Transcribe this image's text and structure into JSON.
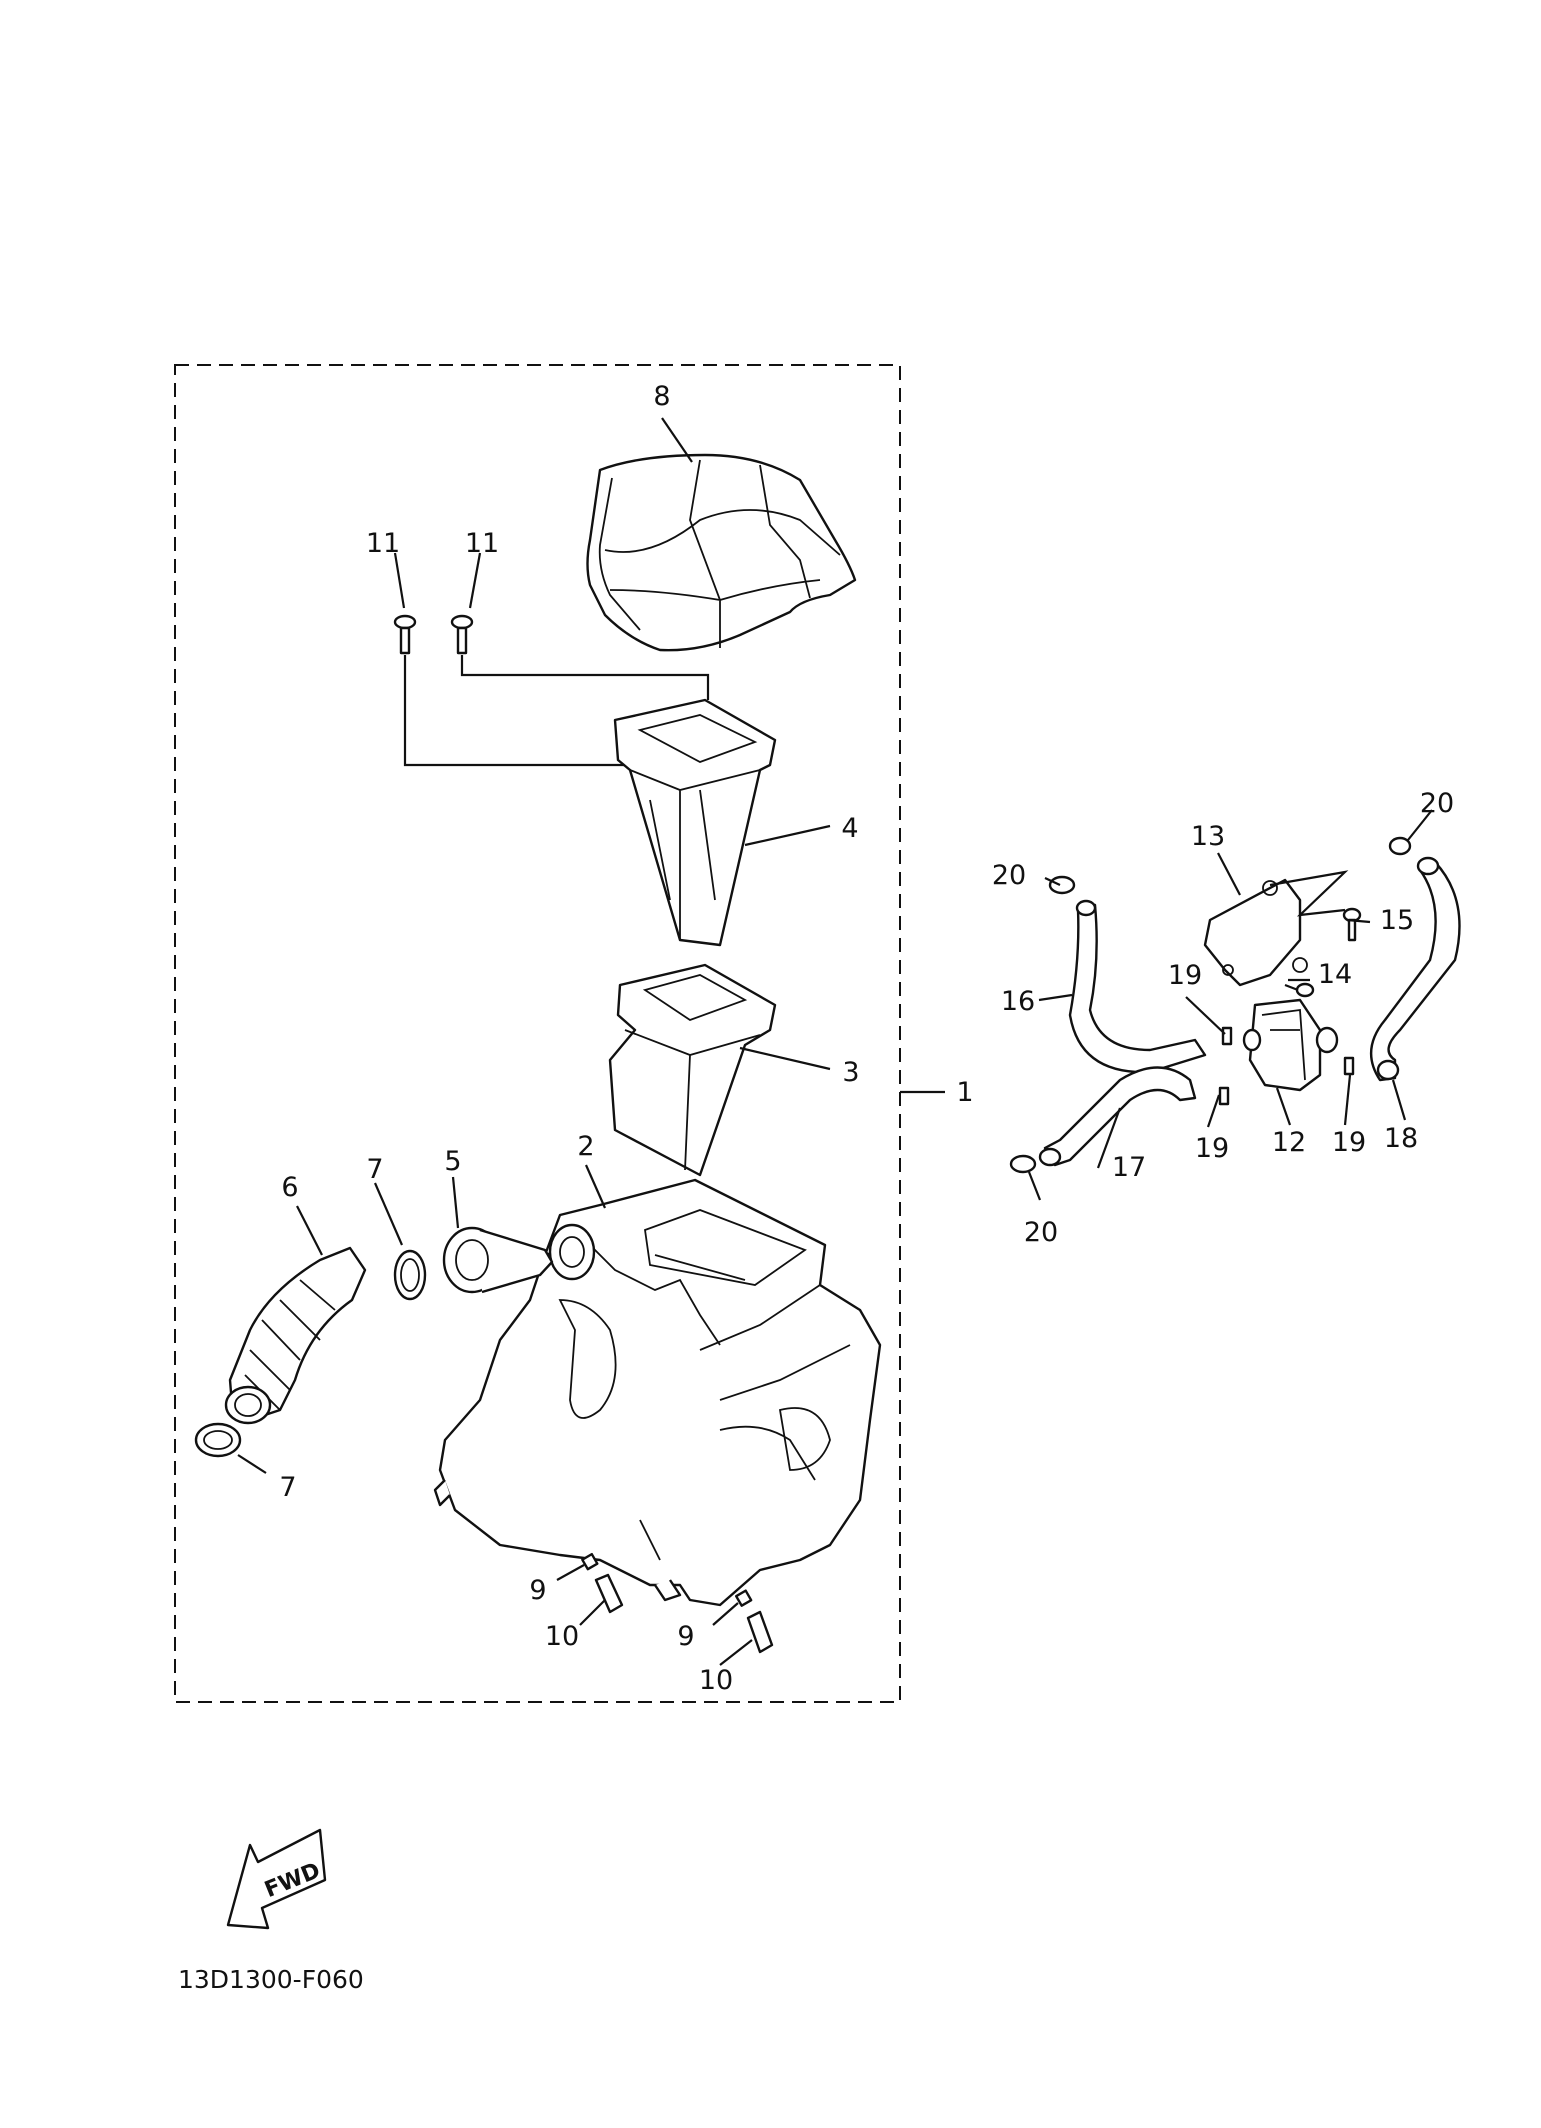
{
  "diagram": {
    "labels": {
      "p1": "1",
      "p2": "2",
      "p3": "3",
      "p4": "4",
      "p5": "5",
      "p6": "6",
      "p7a": "7",
      "p7b": "7",
      "p8": "8",
      "p9a": "9",
      "p9b": "9",
      "p10a": "10",
      "p10b": "10",
      "p11a": "11",
      "p11b": "11",
      "p12": "12",
      "p13": "13",
      "p14": "14",
      "p15": "15",
      "p16": "16",
      "p17": "17",
      "p18": "18",
      "p19a": "19",
      "p19b": "19",
      "p19c": "19",
      "p20a": "20",
      "p20b": "20",
      "p20c": "20"
    },
    "fwd_text": "FWD",
    "drawing_code": "13D1300-F060"
  }
}
